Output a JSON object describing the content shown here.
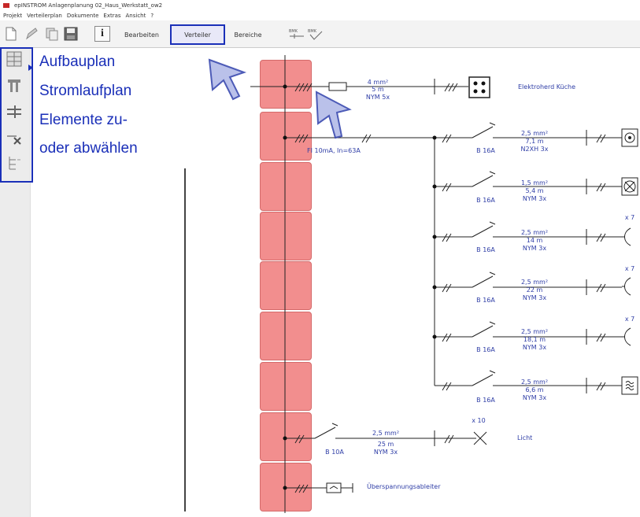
{
  "window": {
    "title": "epINSTROM Anlagenplanung   02_Haus_Werkstatt_ow2"
  },
  "menu": [
    "Projekt",
    "Verteilerplan",
    "Dokumente",
    "Extras",
    "Ansicht",
    "?"
  ],
  "toolbar": {
    "bearbeiten": "Bearbeiten",
    "verteiler": "Verteiler",
    "bereiche": "Bereiche",
    "info": "i"
  },
  "callout": [
    "Aufbauplan",
    "Stromlaufplan",
    "Elemente zu-",
    "oder abwählen"
  ],
  "colors": {
    "accent": "#1a2fb8",
    "distribution": "#f28e8e",
    "label": "#2e3da6"
  },
  "main_feed": {
    "cable": "4 mm²",
    "length": "5 m",
    "type": "NYM 5x",
    "load": "Elektroherd Küche"
  },
  "rcd": {
    "label": "FI 10mA, In=63A"
  },
  "circuits": [
    {
      "breaker": "B 16A",
      "cable": "2,5 mm²",
      "length": "7,1 m",
      "type": "N2XH 3x",
      "count": "",
      "symbol": "socket-icon"
    },
    {
      "breaker": "B 16A",
      "cable": "1,5 mm²",
      "length": "5,4 m",
      "type": "NYM 3x",
      "count": "",
      "symbol": "fan-socket-icon"
    },
    {
      "breaker": "B 16A",
      "cable": "2,5 mm²",
      "length": "14 m",
      "type": "NYM 3x",
      "count": "x 7",
      "symbol": "outlet-icon"
    },
    {
      "breaker": "B 16A",
      "cable": "2,5 mm²",
      "length": "22 m",
      "type": "NYM 3x",
      "count": "x 7",
      "symbol": "outlet-icon"
    },
    {
      "breaker": "B 16A",
      "cable": "2,5 mm²",
      "length": "18,1 m",
      "type": "NYM 3x",
      "count": "x 7",
      "symbol": "outlet-icon"
    },
    {
      "breaker": "B 16A",
      "cable": "2,5 mm²",
      "length": "6,6 m",
      "type": "NYM 3x",
      "count": "",
      "symbol": "heater-icon"
    }
  ],
  "light": {
    "breaker": "B 10A",
    "cable": "2,5 mm²",
    "length": "25 m",
    "type": "NYM 3x",
    "count": "x 10",
    "load": "Licht"
  },
  "surge": {
    "label": "Überspannungsableiter"
  }
}
